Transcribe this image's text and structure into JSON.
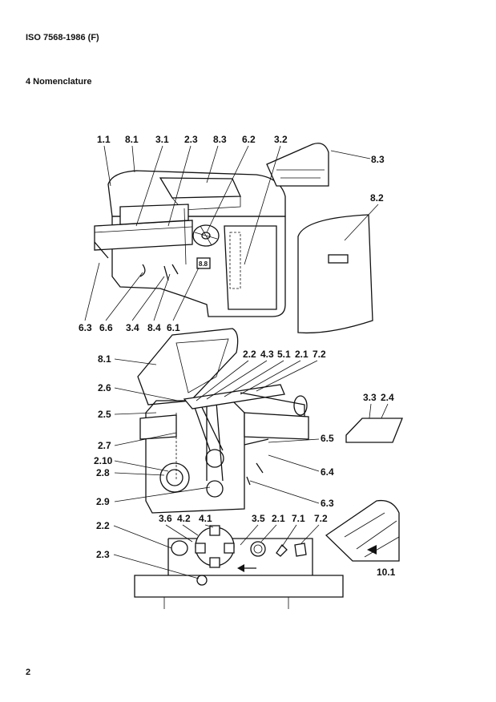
{
  "header": {
    "standard": "ISO 7568-1986 (F)"
  },
  "section": {
    "title": "4  Nomenclature"
  },
  "page_number": "2",
  "figure": {
    "top_callouts": [
      "1.1",
      "8.1",
      "3.1",
      "2.3",
      "8.3",
      "6.2",
      "3.2",
      "8.3",
      "8.2"
    ],
    "top_bottom_callouts": [
      "6.3",
      "6.6",
      "3.4",
      "8.4",
      "6.1"
    ],
    "plate_text": "8.8",
    "middle_callouts": [
      "8.1",
      "2.2",
      "4.3",
      "5.1",
      "2.1",
      "7.2",
      "2.6",
      "2.5",
      "2.7",
      "2.10",
      "2.8",
      "2.9",
      "6.5",
      "6.4",
      "6.3",
      "3.3",
      "2.4"
    ],
    "bottom_callouts": [
      "3.6",
      "4.2",
      "4.1",
      "3.5",
      "2.1",
      "7.1",
      "7.2",
      "2.2",
      "2.3",
      "10.1"
    ]
  }
}
